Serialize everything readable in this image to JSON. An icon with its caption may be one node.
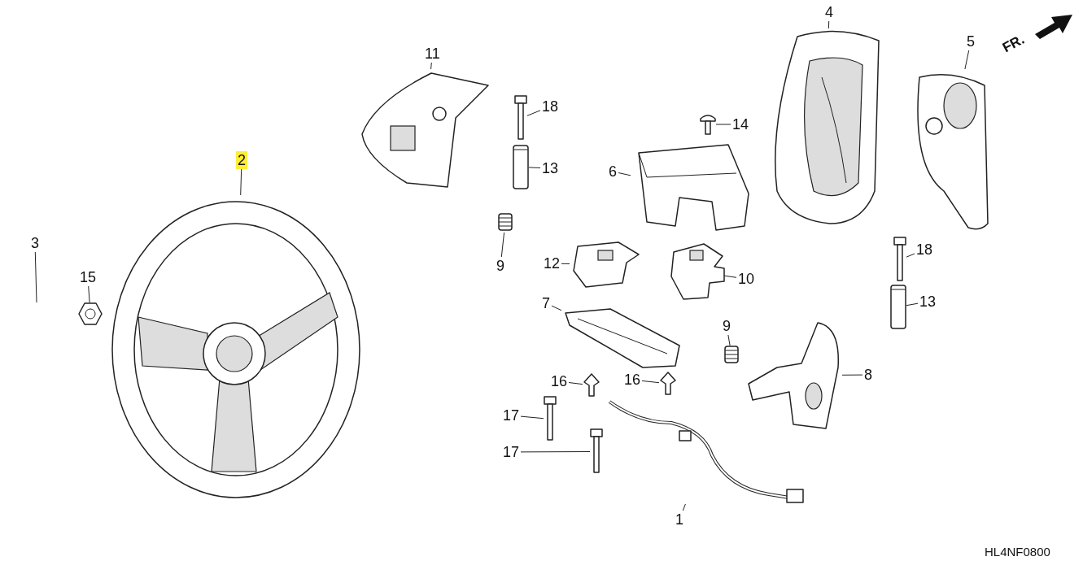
{
  "diagram": {
    "nodes": [
      {
        "text": [
          "4"
        ]
      },
      {
        "text": [],
        "shape": "picture"
      },
      {
        "text": [
          "5"
        ]
      },
      {
        "text": [],
        "shape": "picture"
      },
      {
        "text": [
          "11"
        ]
      },
      {
        "text": [],
        "shape": "picture"
      },
      {
        "text": [
          "18"
        ]
      },
      {
        "text": [],
        "shape": "picture"
      },
      {
        "text": [
          "14"
        ]
      },
      {
        "text": [],
        "shape": "picture"
      },
      {
        "text": [
          "2"
        ]
      },
      {
        "text": [],
        "shape": "picture"
      },
      {
        "text": [
          "13"
        ]
      },
      {
        "text": [],
        "shape": "bar"
      },
      {
        "text": [
          "6"
        ]
      },
      {
        "text": [],
        "shape": "picture"
      },
      {
        "text": [
          "9"
        ]
      },
      {
        "text": [],
        "shape": "picture"
      },
      {
        "text": [
          "12"
        ]
      },
      {
        "text": [],
        "shape": "picture"
      },
      {
        "text": [
          "18"
        ]
      },
      {
        "text": [],
        "shape": "picture"
      },
      {
        "text": [
          "3"
        ]
      },
      {
        "text": [
          "15"
        ]
      },
      {
        "text": [],
        "shape": "picture"
      },
      {
        "text": [
          "10"
        ]
      },
      {
        "text": [],
        "shape": "picture"
      },
      {
        "text": [
          "13"
        ]
      },
      {
        "text": [],
        "shape": "bar"
      },
      {
        "text": [
          "7"
        ]
      },
      {
        "text": [],
        "shape": "picture"
      },
      {
        "text": [
          "9"
        ]
      },
      {
        "text": [],
        "shape": "picture"
      },
      {
        "text": [
          "8"
        ]
      },
      {
        "text": [],
        "shape": "picture"
      },
      {
        "text": [
          "16"
        ]
      },
      {
        "text": [],
        "shape": "picture"
      },
      {
        "text": [
          "16"
        ]
      },
      {
        "text": [],
        "shape": "picture"
      },
      {
        "text": [
          "17"
        ]
      },
      {
        "text": [],
        "shape": "picture"
      },
      {
        "text": [
          "17"
        ]
      },
      {
        "text": [],
        "shape": "picture"
      },
      {
        "text": [
          "1"
        ]
      },
      {
        "text": [],
        "shape": "picture"
      }
    ],
    "edges": [
      {
        "from": 0,
        "to": 1,
        "arrow": "none"
      },
      {
        "from": 2,
        "to": 3,
        "arrow": "none"
      },
      {
        "from": 4,
        "to": 5,
        "arrow": "none"
      },
      {
        "from": 6,
        "to": 7,
        "arrow": "none"
      },
      {
        "from": 8,
        "to": 9,
        "arrow": "none"
      },
      {
        "from": 10,
        "to": 11,
        "arrow": "none"
      },
      {
        "from": 12,
        "to": 13,
        "arrow": "none"
      },
      {
        "from": 14,
        "to": 15,
        "arrow": "none"
      },
      {
        "from": 16,
        "to": 17,
        "arrow": "none"
      },
      {
        "from": 18,
        "to": 19,
        "arrow": "none"
      },
      {
        "from": 20,
        "to": 21,
        "arrow": "none"
      },
      {
        "from": 22,
        "to": null,
        "arrow": "none"
      },
      {
        "from": 23,
        "to": 24,
        "arrow": "none"
      },
      {
        "from": 25,
        "to": 26,
        "arrow": "none"
      },
      {
        "from": 27,
        "to": 28,
        "arrow": "none"
      },
      {
        "from": 29,
        "to": 30,
        "arrow": "none"
      },
      {
        "from": 31,
        "to": 32,
        "arrow": "none"
      },
      {
        "from": 33,
        "to": 34,
        "arrow": "none"
      },
      {
        "from": 35,
        "to": 36,
        "arrow": "none"
      },
      {
        "from": 37,
        "to": 38,
        "arrow": "none"
      },
      {
        "from": 39,
        "to": 40,
        "arrow": "none"
      },
      {
        "from": 41,
        "to": 42,
        "arrow": "none"
      },
      {
        "from": 43,
        "to": 44,
        "arrow": "none"
      }
    ],
    "labels": [
      "FR.",
      "HL4NF0800"
    ]
  }
}
